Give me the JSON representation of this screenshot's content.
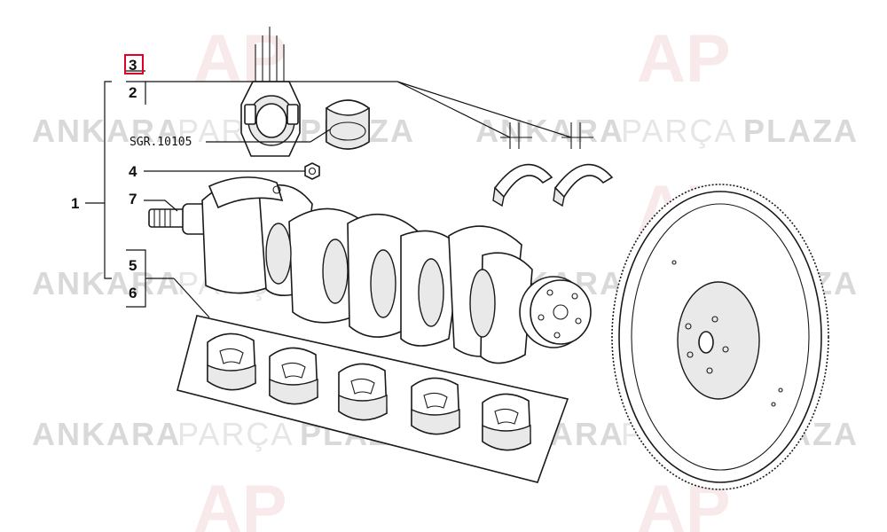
{
  "watermark": {
    "brand": "ANKARA",
    "middle": "PARÇA",
    "suffix": "PLAZA",
    "colors": {
      "brand": "#d9d9d9",
      "middle": "#e6e6e6",
      "logo": "#f3d9d9"
    }
  },
  "callouts": {
    "c1": "1",
    "c2": "2",
    "c3": "3",
    "c4": "4",
    "c5": "5",
    "c6": "6",
    "c7": "7"
  },
  "reference": "SGR.10105",
  "highlight": {
    "callout": "3",
    "color": "#e0002a"
  }
}
